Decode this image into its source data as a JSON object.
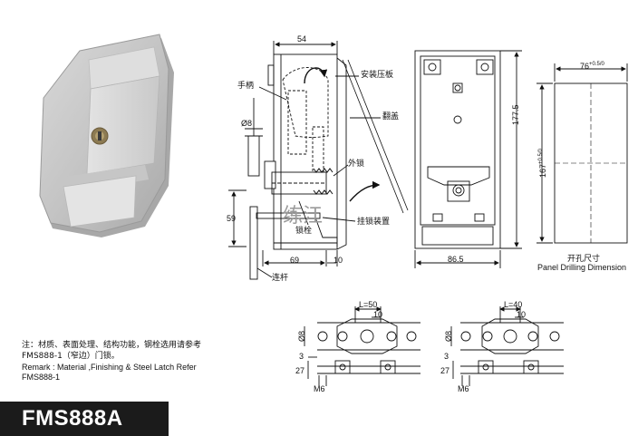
{
  "product": {
    "model": "FMS888A"
  },
  "side_view": {
    "dim_width_top": "54",
    "dim_phi8": "Ø8",
    "dim_59": "59",
    "dim_69": "69",
    "dim_10": "10",
    "labels": {
      "handle": "手柄",
      "mount_plate": "安装压板",
      "door_flap": "翻盖",
      "outer_lock": "外锁",
      "latch_bolt": "锁栓",
      "hook_device": "挂锁装置",
      "link_rod": "连杆"
    }
  },
  "front_view": {
    "dim_height": "177.5",
    "dim_width": "86.5"
  },
  "panel_cutout": {
    "dim_width": "76",
    "dim_width_tol": "+0.5/0",
    "dim_height": "167",
    "dim_height_tol": "+0.5/0",
    "caption_cn": "开孔尺寸",
    "caption_en": "Panel Drilling Dimension"
  },
  "latch_left": {
    "dim_L": "L=50",
    "dim_10": "10",
    "dim_phi8": "Ø8",
    "dim_3": "3",
    "dim_27": "27",
    "dim_M6": "M6"
  },
  "latch_right": {
    "dim_L": "L=40",
    "dim_10": "10",
    "dim_phi8": "Ø8",
    "dim_3": "3",
    "dim_27": "27",
    "dim_M6": "M6"
  },
  "notes": {
    "line1": "注：材质、表面处理、结构功能，钢栓选用请参考",
    "line2": "FMS888-1（窄边）门锁。",
    "line3": "Remark : Material ,Finishing & Steel Latch Refer",
    "line4": "FMS888-1"
  },
  "watermark": "练江"
}
